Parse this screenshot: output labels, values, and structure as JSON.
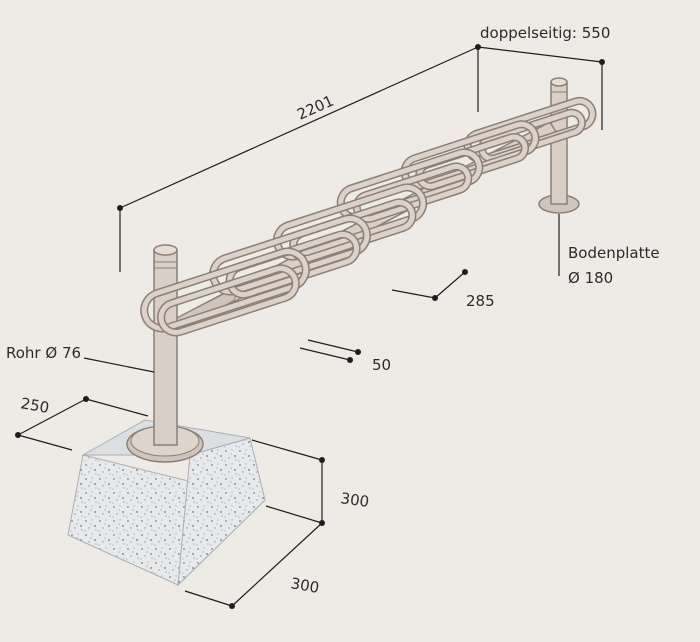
{
  "labels": {
    "double_sided": "doppelseitig: 550",
    "length": "2201",
    "base_plate_title": "Bodenplatte",
    "base_plate_value": "Ø 180",
    "loop_spacing": "285",
    "tube_offset": "50",
    "pipe": "Rohr Ø 76",
    "block_depth": "250",
    "block_height": "300",
    "block_width": "300"
  },
  "colors": {
    "background": "#eeebe6",
    "rack": "#d6ccc4",
    "rack_outline": "#8b7f76",
    "concrete": "#e6e8ea",
    "dimension_lines": "#1e1e1e"
  }
}
